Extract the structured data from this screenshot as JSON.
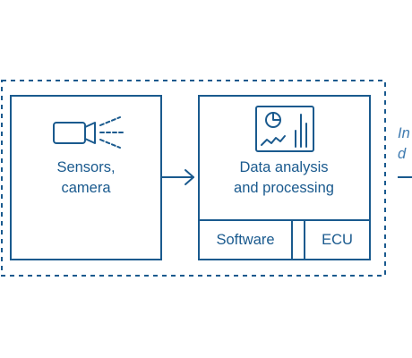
{
  "diagram": {
    "colors": {
      "stroke": "#1a5a8e",
      "text": "#1a5a8e",
      "background": "#ffffff"
    },
    "sensors_box": {
      "label_lines": [
        "Sensors,",
        "camera"
      ],
      "icon": "camera-icon"
    },
    "analysis_box": {
      "label_lines": [
        "Data analysis",
        "and processing"
      ],
      "icon": "dashboard-chart-icon"
    },
    "software_box": {
      "label": "Software"
    },
    "ecu_box": {
      "label": "ECU"
    },
    "cut_off_text": {
      "lines": [
        "In",
        "d"
      ]
    },
    "connections": [
      {
        "from": "sensors_box",
        "to": "analysis_box",
        "type": "arrow"
      }
    ]
  }
}
